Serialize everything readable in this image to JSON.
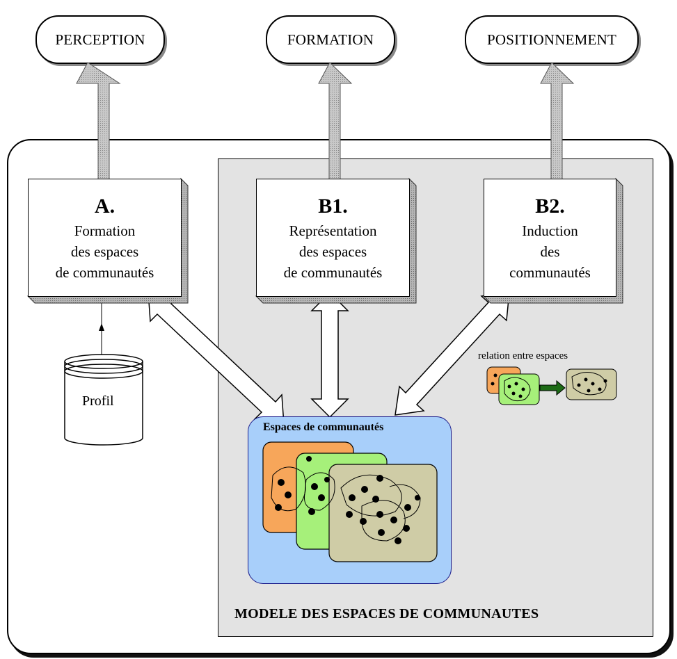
{
  "top_nodes": [
    "PERCEPTION",
    "FORMATION",
    "POSITIONNEMENT"
  ],
  "boxes": {
    "a": {
      "heading": "A.",
      "lines": [
        "Formation",
        "des espaces",
        "de communautés"
      ]
    },
    "b1": {
      "heading": "B1.",
      "lines": [
        "Représentation",
        "des espaces",
        "de communautés"
      ]
    },
    "b2": {
      "heading": "B2.",
      "lines": [
        "Induction",
        "des",
        "communautés"
      ]
    }
  },
  "profil": "Profil",
  "community_title": "Espaces de communautés",
  "relation_label": "relation entre espaces",
  "model_label": "MODELE DES ESPACES DE COMMUNAUTES",
  "colors": {
    "orange": "#f7a65a",
    "green": "#a6f07a",
    "tan": "#cfcca6",
    "blue": "#a8cffa",
    "model_bg": "#e3e3e3",
    "arrow_grey": "#bdbdbd"
  }
}
